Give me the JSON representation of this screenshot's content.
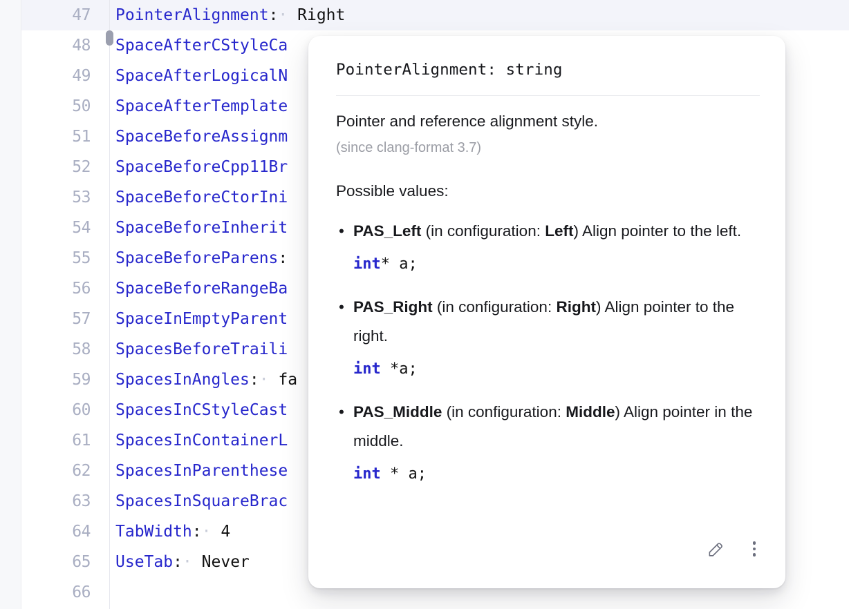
{
  "editor": {
    "language": "yaml",
    "gutter_handle": "gutter-drag-handle",
    "lines": [
      {
        "number": "47",
        "key": "PointerAlignment",
        "colon": ":",
        "space": "·",
        "value": "Right",
        "highlighted": true
      },
      {
        "number": "48",
        "key": "SpaceAfterCStyleCa",
        "colon": "",
        "space": "",
        "value": "",
        "highlighted": false
      },
      {
        "number": "49",
        "key": "SpaceAfterLogicalN",
        "colon": "",
        "space": "",
        "value": "",
        "highlighted": false
      },
      {
        "number": "50",
        "key": "SpaceAfterTemplate",
        "colon": "",
        "space": "",
        "value": "",
        "highlighted": false
      },
      {
        "number": "51",
        "key": "SpaceBeforeAssignm",
        "colon": "",
        "space": "",
        "value": "",
        "highlighted": false
      },
      {
        "number": "52",
        "key": "SpaceBeforeCpp11Br",
        "colon": "",
        "space": "",
        "value": "",
        "highlighted": false
      },
      {
        "number": "53",
        "key": "SpaceBeforeCtorIni",
        "colon": "",
        "space": "",
        "value": "",
        "highlighted": false
      },
      {
        "number": "54",
        "key": "SpaceBeforeInherit",
        "colon": "",
        "space": "",
        "value": "",
        "highlighted": false
      },
      {
        "number": "55",
        "key": "SpaceBeforeParens",
        "colon": ":",
        "space": "",
        "value": "",
        "highlighted": false
      },
      {
        "number": "56",
        "key": "SpaceBeforeRangeBa",
        "colon": "",
        "space": "",
        "value": "",
        "highlighted": false
      },
      {
        "number": "57",
        "key": "SpaceInEmptyParent",
        "colon": "",
        "space": "",
        "value": "",
        "highlighted": false
      },
      {
        "number": "58",
        "key": "SpacesBeforeTraili",
        "colon": "",
        "space": "",
        "value": "",
        "highlighted": false
      },
      {
        "number": "59",
        "key": "SpacesInAngles",
        "colon": ":",
        "space": "·",
        "value": "fa",
        "highlighted": false
      },
      {
        "number": "60",
        "key": "SpacesInCStyleCast",
        "colon": "",
        "space": "",
        "value": "",
        "highlighted": false
      },
      {
        "number": "61",
        "key": "SpacesInContainerL",
        "colon": "",
        "space": "",
        "value": "",
        "highlighted": false
      },
      {
        "number": "62",
        "key": "SpacesInParenthese",
        "colon": "",
        "space": "",
        "value": "",
        "highlighted": false
      },
      {
        "number": "63",
        "key": "SpacesInSquareBrac",
        "colon": "",
        "space": "",
        "value": "",
        "highlighted": false
      },
      {
        "number": "64",
        "key": "TabWidth",
        "colon": ":",
        "space": "·",
        "value": "4",
        "highlighted": false
      },
      {
        "number": "65",
        "key": "UseTab",
        "colon": ":",
        "space": "·",
        "value": "Never",
        "highlighted": false
      },
      {
        "number": "66",
        "key": "",
        "colon": "",
        "space": "",
        "value": "",
        "highlighted": false
      }
    ]
  },
  "popup": {
    "title": "PointerAlignment: string",
    "summary": "Pointer and reference alignment style.",
    "since": "(since clang-format 3.7)",
    "possible_values_label": "Possible values:",
    "values": [
      {
        "name": "PAS_Left",
        "config_prefix": " (in configuration: ",
        "config_value": "Left",
        "config_suffix": ") Align pointer to the left.",
        "sample_keyword": "int",
        "sample_rest": "* a;"
      },
      {
        "name": "PAS_Right",
        "config_prefix": " (in configuration: ",
        "config_value": "Right",
        "config_suffix": ") Align pointer to the right.",
        "sample_keyword": "int",
        "sample_rest": " *a;"
      },
      {
        "name": "PAS_Middle",
        "config_prefix": " (in configuration: ",
        "config_value": "Middle",
        "config_suffix": ") Align pointer in the middle.",
        "sample_keyword": "int",
        "sample_rest": " * a;"
      }
    ],
    "actions": {
      "edit_label": "Edit",
      "more_label": "More options"
    }
  },
  "colors": {
    "key_blue": "#2727cc",
    "line_highlight": "#f3f4fa",
    "gutter_number": "#a9aec2",
    "muted_text": "#9b9da5",
    "popup_background": "#ffffff"
  }
}
